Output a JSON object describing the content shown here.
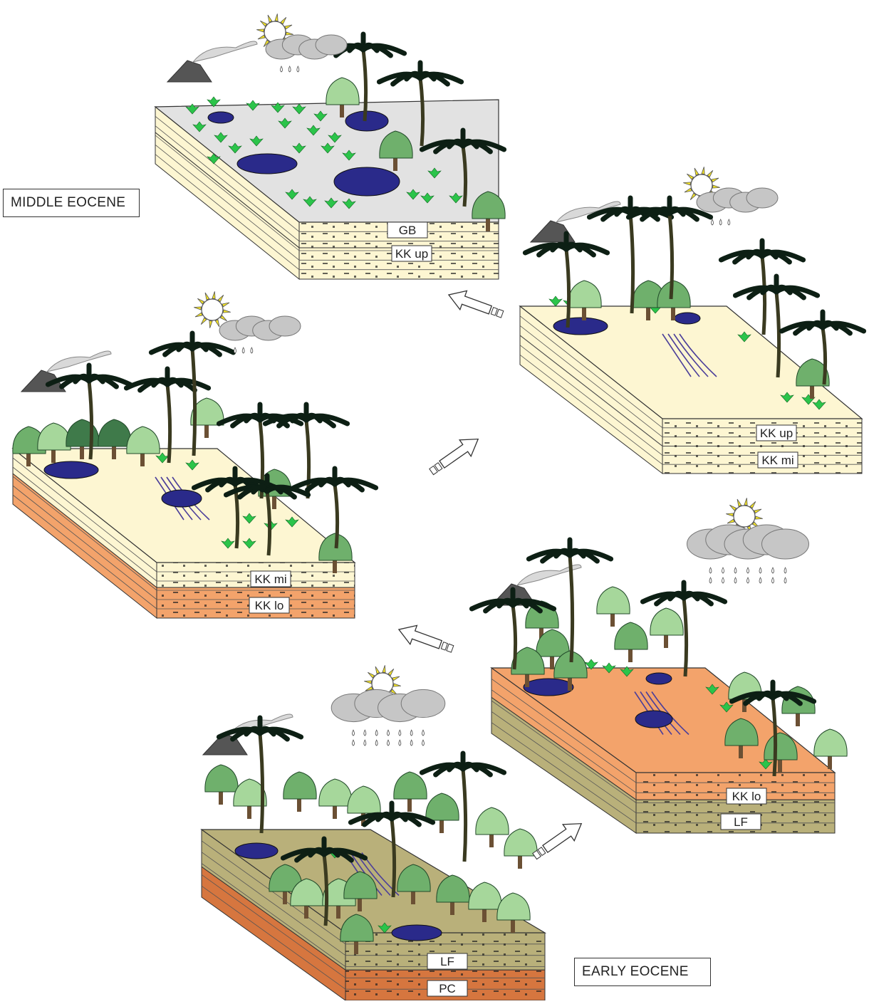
{
  "eras": {
    "middle": "MIDDLE EOCENE",
    "early": "EARLY EOCENE"
  },
  "colors": {
    "kk_upper_fill": "#fdf6d2",
    "kk_lower_fill": "#f3a36b",
    "lf_fill": "#b9b07a",
    "pc_fill": "#d6763f",
    "top_surface_middle": "#e2e2e2",
    "water": "#2a2a8a",
    "palm": "#0d1f14",
    "tree_light": "#a6d79b",
    "tree_mid": "#6fb06c",
    "tree_dark": "#3f7a4a",
    "fern": "#2bc44a",
    "cloud": "#c6c6c6",
    "sun": "#f4e427",
    "volcano": "#555555"
  },
  "blocks": [
    {
      "id": "block-1",
      "stage_name": "middle eocene",
      "layers": [
        "GB",
        "KK up"
      ]
    },
    {
      "id": "block-2",
      "layers": [
        "KK up",
        "KK mi"
      ]
    },
    {
      "id": "block-3",
      "layers": [
        "KK mi",
        "KK lo"
      ]
    },
    {
      "id": "block-4",
      "layers": [
        "KK lo",
        "LF"
      ]
    },
    {
      "id": "block-5",
      "stage_name": "early eocene",
      "layers": [
        "LF",
        "PC"
      ]
    }
  ],
  "icons": [
    "sun-icon",
    "rain-cloud-icon",
    "volcano-icon",
    "palm-tree-icon",
    "broadleaf-tree-icon",
    "fern-icon",
    "lake-icon",
    "arrow-icon"
  ]
}
